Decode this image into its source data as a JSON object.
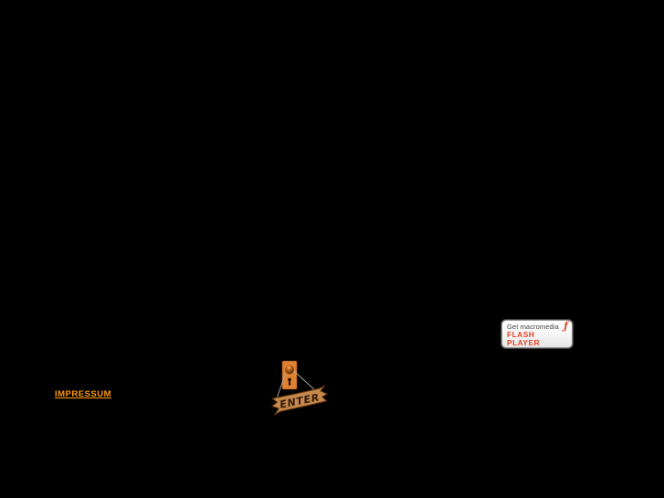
{
  "page": {
    "background_color": "#000000"
  },
  "links": {
    "impressum": {
      "label": "IMPRESSUM",
      "color": "#FF9900"
    }
  },
  "enter": {
    "label": "ENTER",
    "sign_wood_color": "#C6894C",
    "sign_outline_color": "#5A2E0E",
    "letter_color": "#31190A",
    "doorknob_plate_color": "#E08232",
    "string_color": "#ABABAB"
  },
  "flash_badge": {
    "get_line": "Get macromedia",
    "product_line1": "FLASH",
    "product_line2": "PLAYER",
    "logo_glyph": "ƒ",
    "red": "#E2452A",
    "gray_text": "#4A4A4A"
  }
}
